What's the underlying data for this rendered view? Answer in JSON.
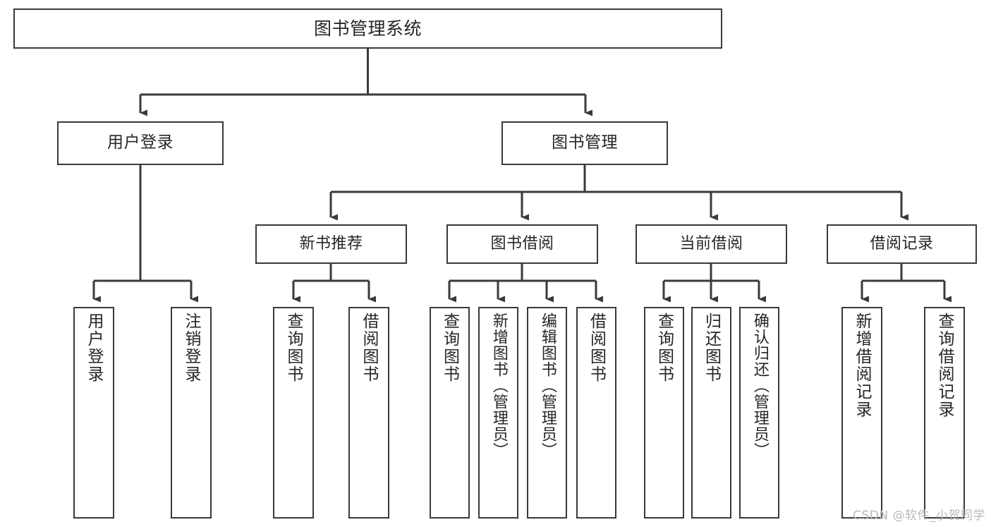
{
  "diagram": {
    "title": "图书管理系统",
    "root": {
      "label": "图书管理系统"
    },
    "level1": [
      {
        "label": "用户登录"
      },
      {
        "label": "图书管理"
      }
    ],
    "level2": [
      {
        "label": "新书推荐"
      },
      {
        "label": "图书借阅"
      },
      {
        "label": "当前借阅"
      },
      {
        "label": "借阅记录"
      }
    ],
    "leaves": {
      "user_login": [
        {
          "label": "用户登录"
        },
        {
          "label": "注销登录"
        }
      ],
      "new_book_recommend": [
        {
          "label": "查询图书"
        },
        {
          "label": "借阅图书"
        }
      ],
      "book_borrow": [
        {
          "label": "查询图书"
        },
        {
          "label": "新增图书（管理员）"
        },
        {
          "label": "编辑图书（管理员）"
        },
        {
          "label": "借阅图书"
        }
      ],
      "current_borrow": [
        {
          "label": "查询图书"
        },
        {
          "label": "归还图书"
        },
        {
          "label": "确认归还（管理员）"
        }
      ],
      "borrow_record": [
        {
          "label": "新增借阅记录"
        },
        {
          "label": "查询借阅记录"
        }
      ]
    },
    "watermark": "CSDN @软件_小贺同学",
    "colors": {
      "border": "#3a3a3a",
      "text": "#262626",
      "background": "#ffffff",
      "watermark": "#b9b9b9"
    }
  }
}
